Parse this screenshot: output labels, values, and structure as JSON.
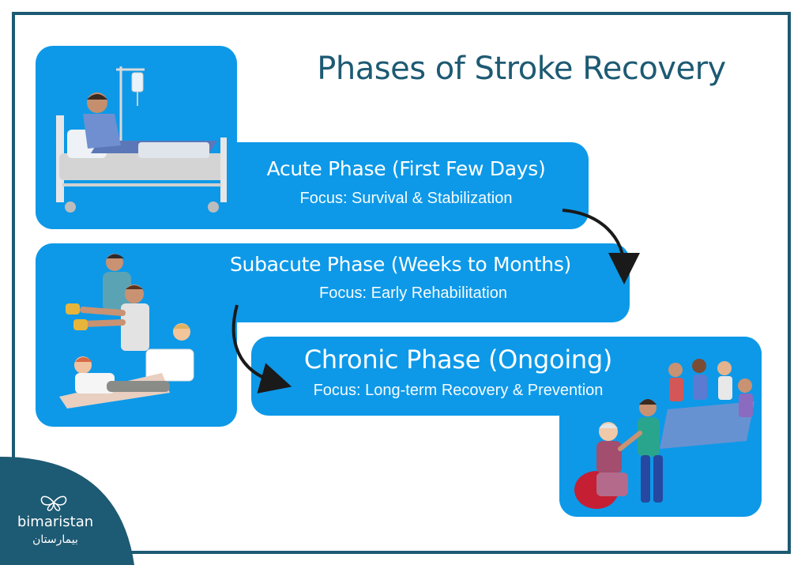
{
  "title": "Phases of Stroke Recovery",
  "phases": [
    {
      "title": "Acute Phase (First Few Days)",
      "focus": "Focus: Survival & Stabilization"
    },
    {
      "title": "Subacute Phase (Weeks to Months)",
      "focus": "Focus: Early Rehabilitation"
    },
    {
      "title": "Chronic Phase (Ongoing)",
      "focus": "Focus: Long-term Recovery & Prevention"
    }
  ],
  "logo": {
    "text": "bimaristan",
    "arabic": "بيمارستان"
  },
  "colors": {
    "frame": "#1d5a73",
    "panel": "#0d99e8",
    "title": "#1d5a73",
    "arrow": "#1a1a1a"
  },
  "icons": [
    "butterfly-logo-icon",
    "hospital-bed-illustration",
    "physiotherapy-illustration",
    "group-therapy-illustration"
  ]
}
